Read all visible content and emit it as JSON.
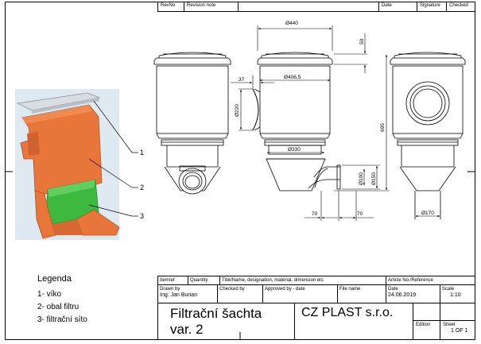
{
  "revision_block": {
    "rev_no": "RevNo",
    "revision_note": "Revision note",
    "date": "Date",
    "signature": "Signature",
    "checked": "Checked"
  },
  "dimensions": {
    "top_width": "Ø440",
    "lid_height": "50",
    "body_inner": "Ø406,5",
    "offset": "37",
    "side_dia": "Ø220",
    "total_height": "695",
    "bottom_dia": "Ø330",
    "pipe_dia_a": "Ø100",
    "pipe_dia_b": "Ø150",
    "outlet_offset_a": "70",
    "outlet_offset_b": "70",
    "outlet_dia": "Ø170"
  },
  "callouts": [
    "1",
    "2",
    "3"
  ],
  "legend": {
    "title": "Legenda",
    "items": [
      "1- víko",
      "2- obal filtru",
      "3- filtrační síto"
    ]
  },
  "parts_header": {
    "item_ref": "Itemref",
    "quantity": "Quantity",
    "title_col": "Title/Name, designation, material, dimension etc",
    "article_no": "Article No./Reference"
  },
  "title_block": {
    "drawn_by_label": "Drawn by",
    "drawn_by": "Ing. Jan Burian",
    "checked_by_label": "Checked by",
    "approved_by_label": "Approved by - date",
    "file_name_label": "File name",
    "date_label": "Date",
    "date": "24.06.2019",
    "scale_label": "Scale",
    "scale": "1:10",
    "title_line1": "Filtrační šachta",
    "title_line2": "var. 2",
    "company": "CZ PLAST s.r.o.",
    "edition_label": "Edition",
    "sheet_label": "Sheet",
    "sheet": "1 OF 1"
  },
  "colors": {
    "shell_orange": "#e8753a",
    "screen_green": "#3fb83f",
    "lid_grey": "#d8dde2",
    "render_bg": "#dfe9f2"
  }
}
